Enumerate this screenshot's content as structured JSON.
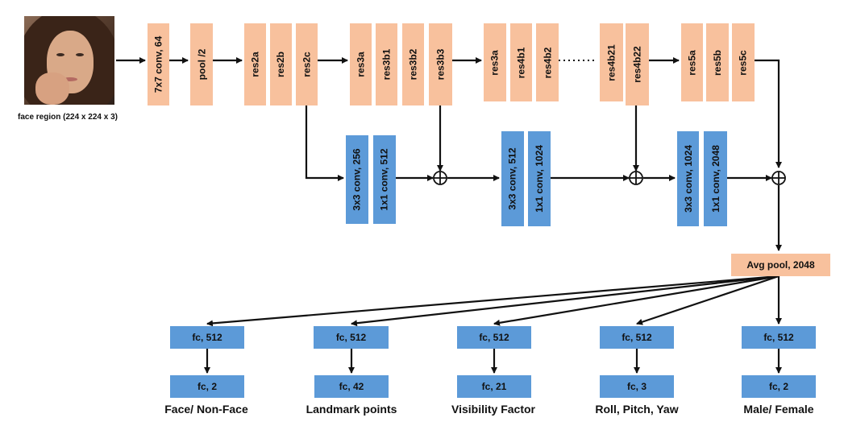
{
  "input": {
    "caption": "face region (224 x 224 x 3)"
  },
  "backbone": {
    "conv1": "7x7 conv, 64",
    "pool": "pool /2",
    "res2": [
      "res2a",
      "res2b",
      "res2c"
    ],
    "res3": [
      "res3a",
      "res3b1",
      "res3b2",
      "res3b3"
    ],
    "res4": [
      "res3a",
      "res4b1",
      "res4b2"
    ],
    "res4_end": [
      "res4b21",
      "res4b22"
    ],
    "res5": [
      "res5a",
      "res5b",
      "res5c"
    ]
  },
  "fusion": {
    "branch1": [
      "3x3 conv, 256",
      "1x1 conv, 512"
    ],
    "branch2": [
      "3x3 conv, 512",
      "1x1 conv, 1024"
    ],
    "branch3": [
      "3x3 conv, 1024",
      "1x1 conv, 2048"
    ]
  },
  "avg_pool": "Avg pool, 2048",
  "heads": [
    {
      "fc1": "fc, 512",
      "fc2": "fc, 2",
      "label": "Face/ Non-Face"
    },
    {
      "fc1": "fc, 512",
      "fc2": "fc, 42",
      "label": "Landmark points"
    },
    {
      "fc1": "fc, 512",
      "fc2": "fc, 21",
      "label": "Visibility Factor"
    },
    {
      "fc1": "fc, 512",
      "fc2": "fc, 3",
      "label": "Roll, Pitch, Yaw"
    },
    {
      "fc1": "fc, 512",
      "fc2": "fc, 2",
      "label": "Male/ Female"
    }
  ],
  "colors": {
    "backbone": "#f8c19d",
    "fusion": "#5c9ad8",
    "arrow": "#111111"
  }
}
